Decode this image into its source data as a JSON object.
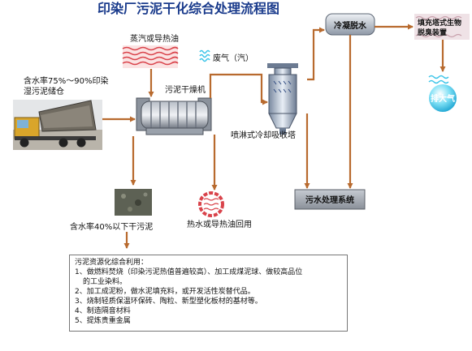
{
  "title": "印染厂污泥干化综合处理流程图",
  "labels": {
    "steam": "蒸汽或导热油",
    "exhaust": "废气（汽）",
    "dryer": "污泥干燥机",
    "wet_sludge_1": "含水率75%～90%印染",
    "wet_sludge_2": "湿污泥储仓",
    "tower": "喷淋式冷却吸收塔",
    "condense": "冷凝脱水",
    "bio_1": "填充塔式生物",
    "bio_2": "脱臭装置",
    "discharge": "排大气",
    "wastewater": "污水处理系统",
    "dry_sludge": "含水率40%以下干污泥",
    "hot_water": "热水或导热油回用"
  },
  "notes": {
    "heading": "污泥资源化综合利用：",
    "line1a": "1、做燃料焚烧（印染污泥热值普遍较高）、加工成煤泥球、做较高品位",
    "line1b": "的工业染料。",
    "line2": "2、加工成泥粉，做水泥填充料，或开发活性炭替代品。",
    "line3": "3、烧制轻质保温环保砖、陶粒、新型塑化板材的基材等。",
    "line4": "4、制造隔音材料",
    "line5": "5、提炼贵重金属"
  },
  "colors": {
    "arrow": "#b86a2e",
    "title": "#1a3b8c",
    "wave": "#d9434b",
    "cyan": "#3cc4e8"
  }
}
